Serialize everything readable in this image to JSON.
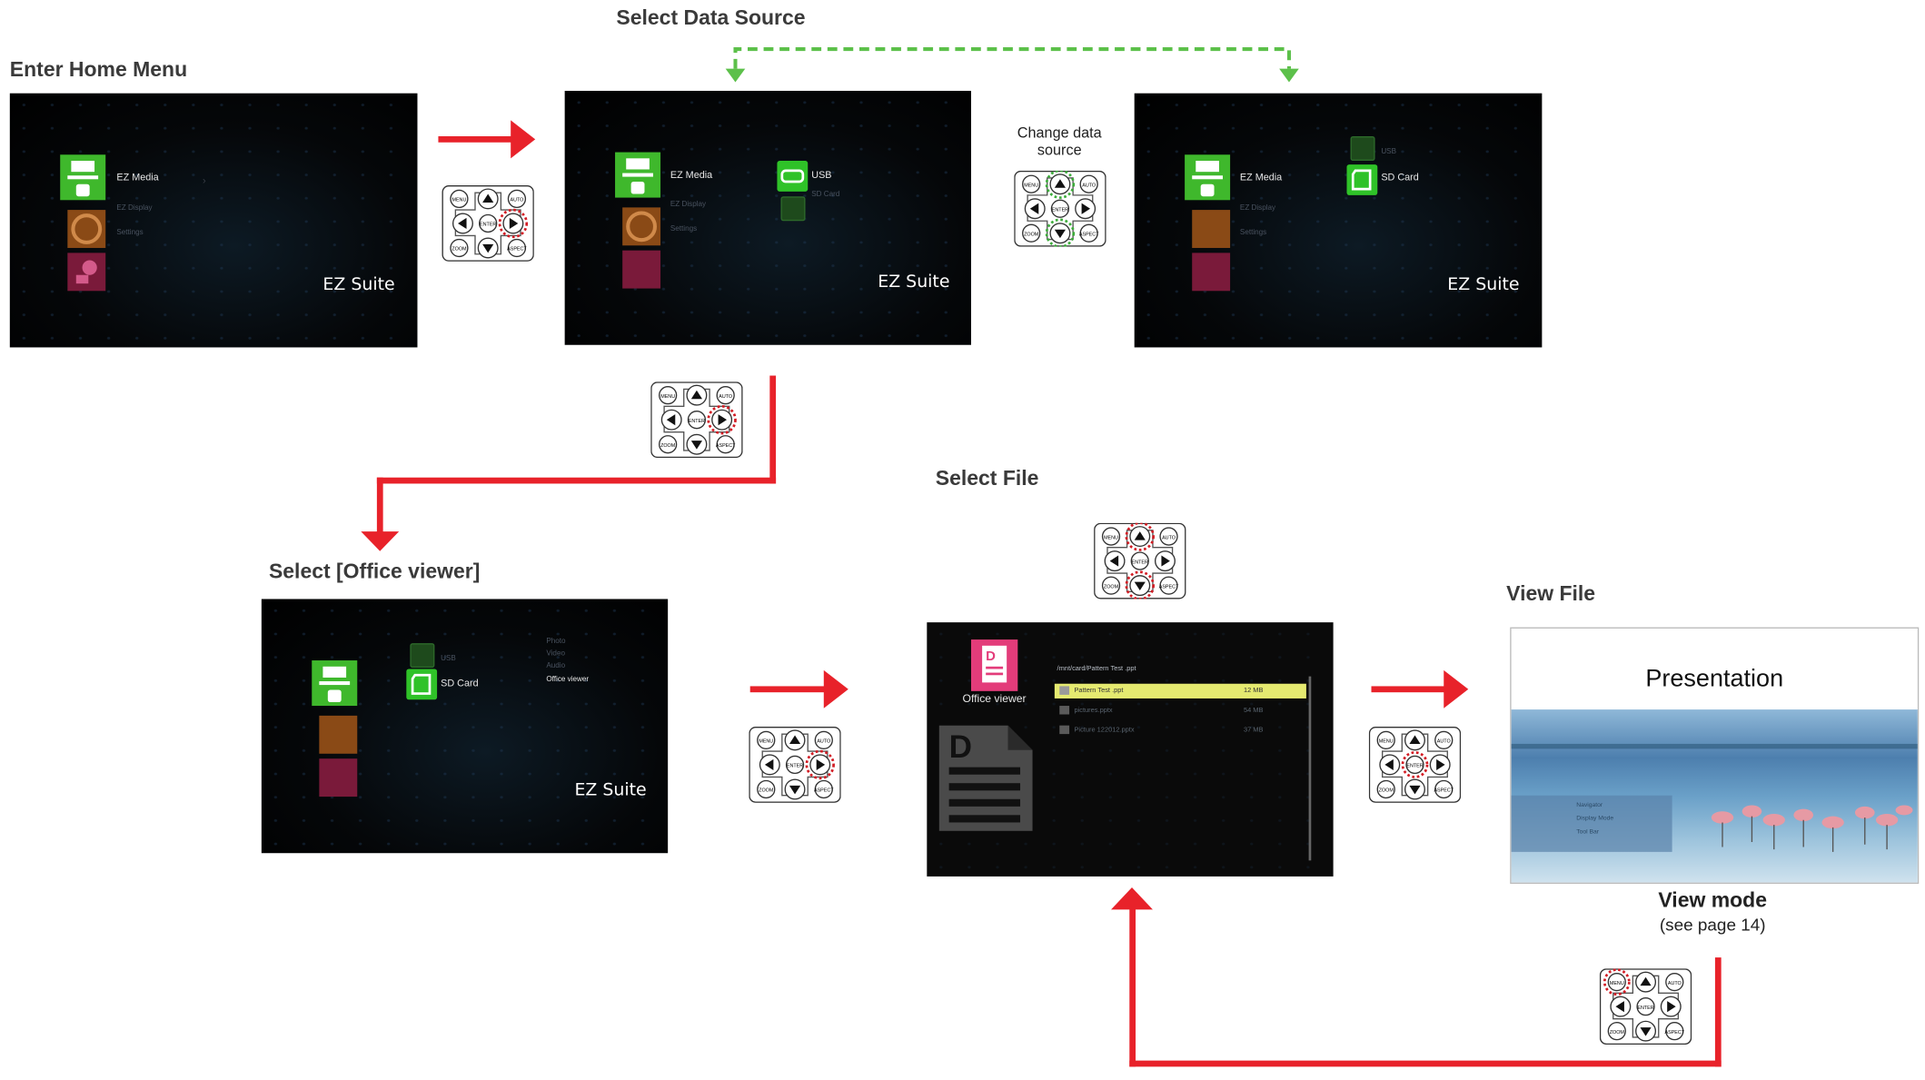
{
  "steps": {
    "enter_home_menu": "Enter Home Menu",
    "select_data_source": "Select Data Source",
    "select_office_viewer": "Select [Office viewer]",
    "select_file": "Select File",
    "view_file": "View File",
    "change_data_source": "Change data source"
  },
  "screens": {
    "menu": {
      "ez_media": "EZ Media",
      "ez_display": "EZ Display",
      "settings": "Settings",
      "brand": "EZ Suite"
    },
    "sources": {
      "usb": "USB",
      "sd_card": "SD Card"
    },
    "media_types": [
      "Photo",
      "Video",
      "Audio",
      "Office viewer"
    ],
    "office": {
      "app_label": "Office viewer",
      "path": "/mnt/card/Pattern Test .ppt",
      "files": [
        {
          "name": "Pattern Test .ppt",
          "size": "12  MB"
        },
        {
          "name": "pictures.pptx",
          "size": "54  MB"
        },
        {
          "name": "Picture 122012.pptx",
          "size": "37  MB"
        }
      ]
    },
    "viewer": {
      "title": "Presentation",
      "menu": [
        "Navigator",
        "Display Mode",
        "Tool Bar"
      ]
    }
  },
  "view_mode": {
    "title": "View mode",
    "note": "(see page 14)"
  },
  "remote": {
    "menu": "MENU",
    "auto": "AUTO",
    "enter": "ENTER",
    "zoom": "ZOOM",
    "aspect": "ASPECT"
  },
  "colors": {
    "flow_arrow": "#e8222a",
    "source_arrow": "#5cc04a",
    "highlight_ring": "#d21c24",
    "green_ring": "#3cac3a"
  }
}
